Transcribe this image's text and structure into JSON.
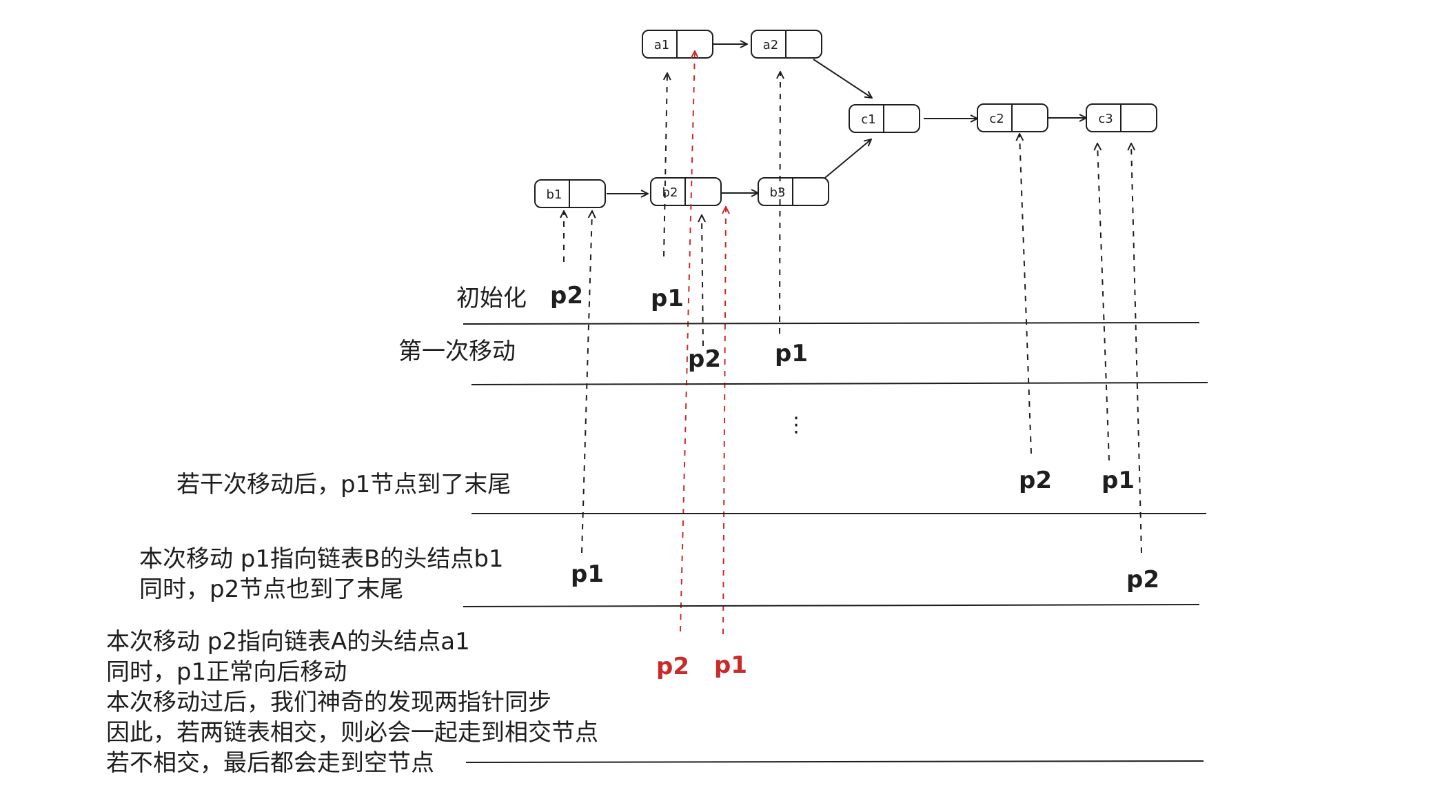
{
  "colors": {
    "ink": "#1e1e1e",
    "highlight": "#c92a2a",
    "background": "#ffffff"
  },
  "nodes": {
    "a1": "a1",
    "a2": "a2",
    "b1": "b1",
    "b2": "b2",
    "b3": "b3",
    "c1": "c1",
    "c2": "c2",
    "c3": "c3"
  },
  "stages": {
    "init": "初始化",
    "first_move": "第一次移动",
    "after_moves": "若干次移动后，p1节点到了末尾",
    "p1_to_b_line1": "本次移动  p1指向链表B的头结点b1",
    "p1_to_b_line2": "同时，p2节点也到了末尾",
    "p2_to_a_line1": "本次移动  p2指向链表A的头结点a1",
    "p2_to_a_line2": "同时，p1正常向后移动",
    "p2_to_a_line3": "本次移动过后，我们神奇的发现两指针同步",
    "p2_to_a_line4": "因此，若两链表相交，则必会一起走到相交节点",
    "p2_to_a_line5": "若不相交，最后都会走到空节点"
  },
  "pointers": {
    "init_p2": "p2",
    "init_p1": "p1",
    "first_p2": "p2",
    "first_p1": "p1",
    "ellipsis": "⋮",
    "after_p2": "p2",
    "after_p1": "p1",
    "switch_p1": "p1",
    "switch_p2": "p2",
    "final_p2": "p2",
    "final_p1": "p1"
  }
}
